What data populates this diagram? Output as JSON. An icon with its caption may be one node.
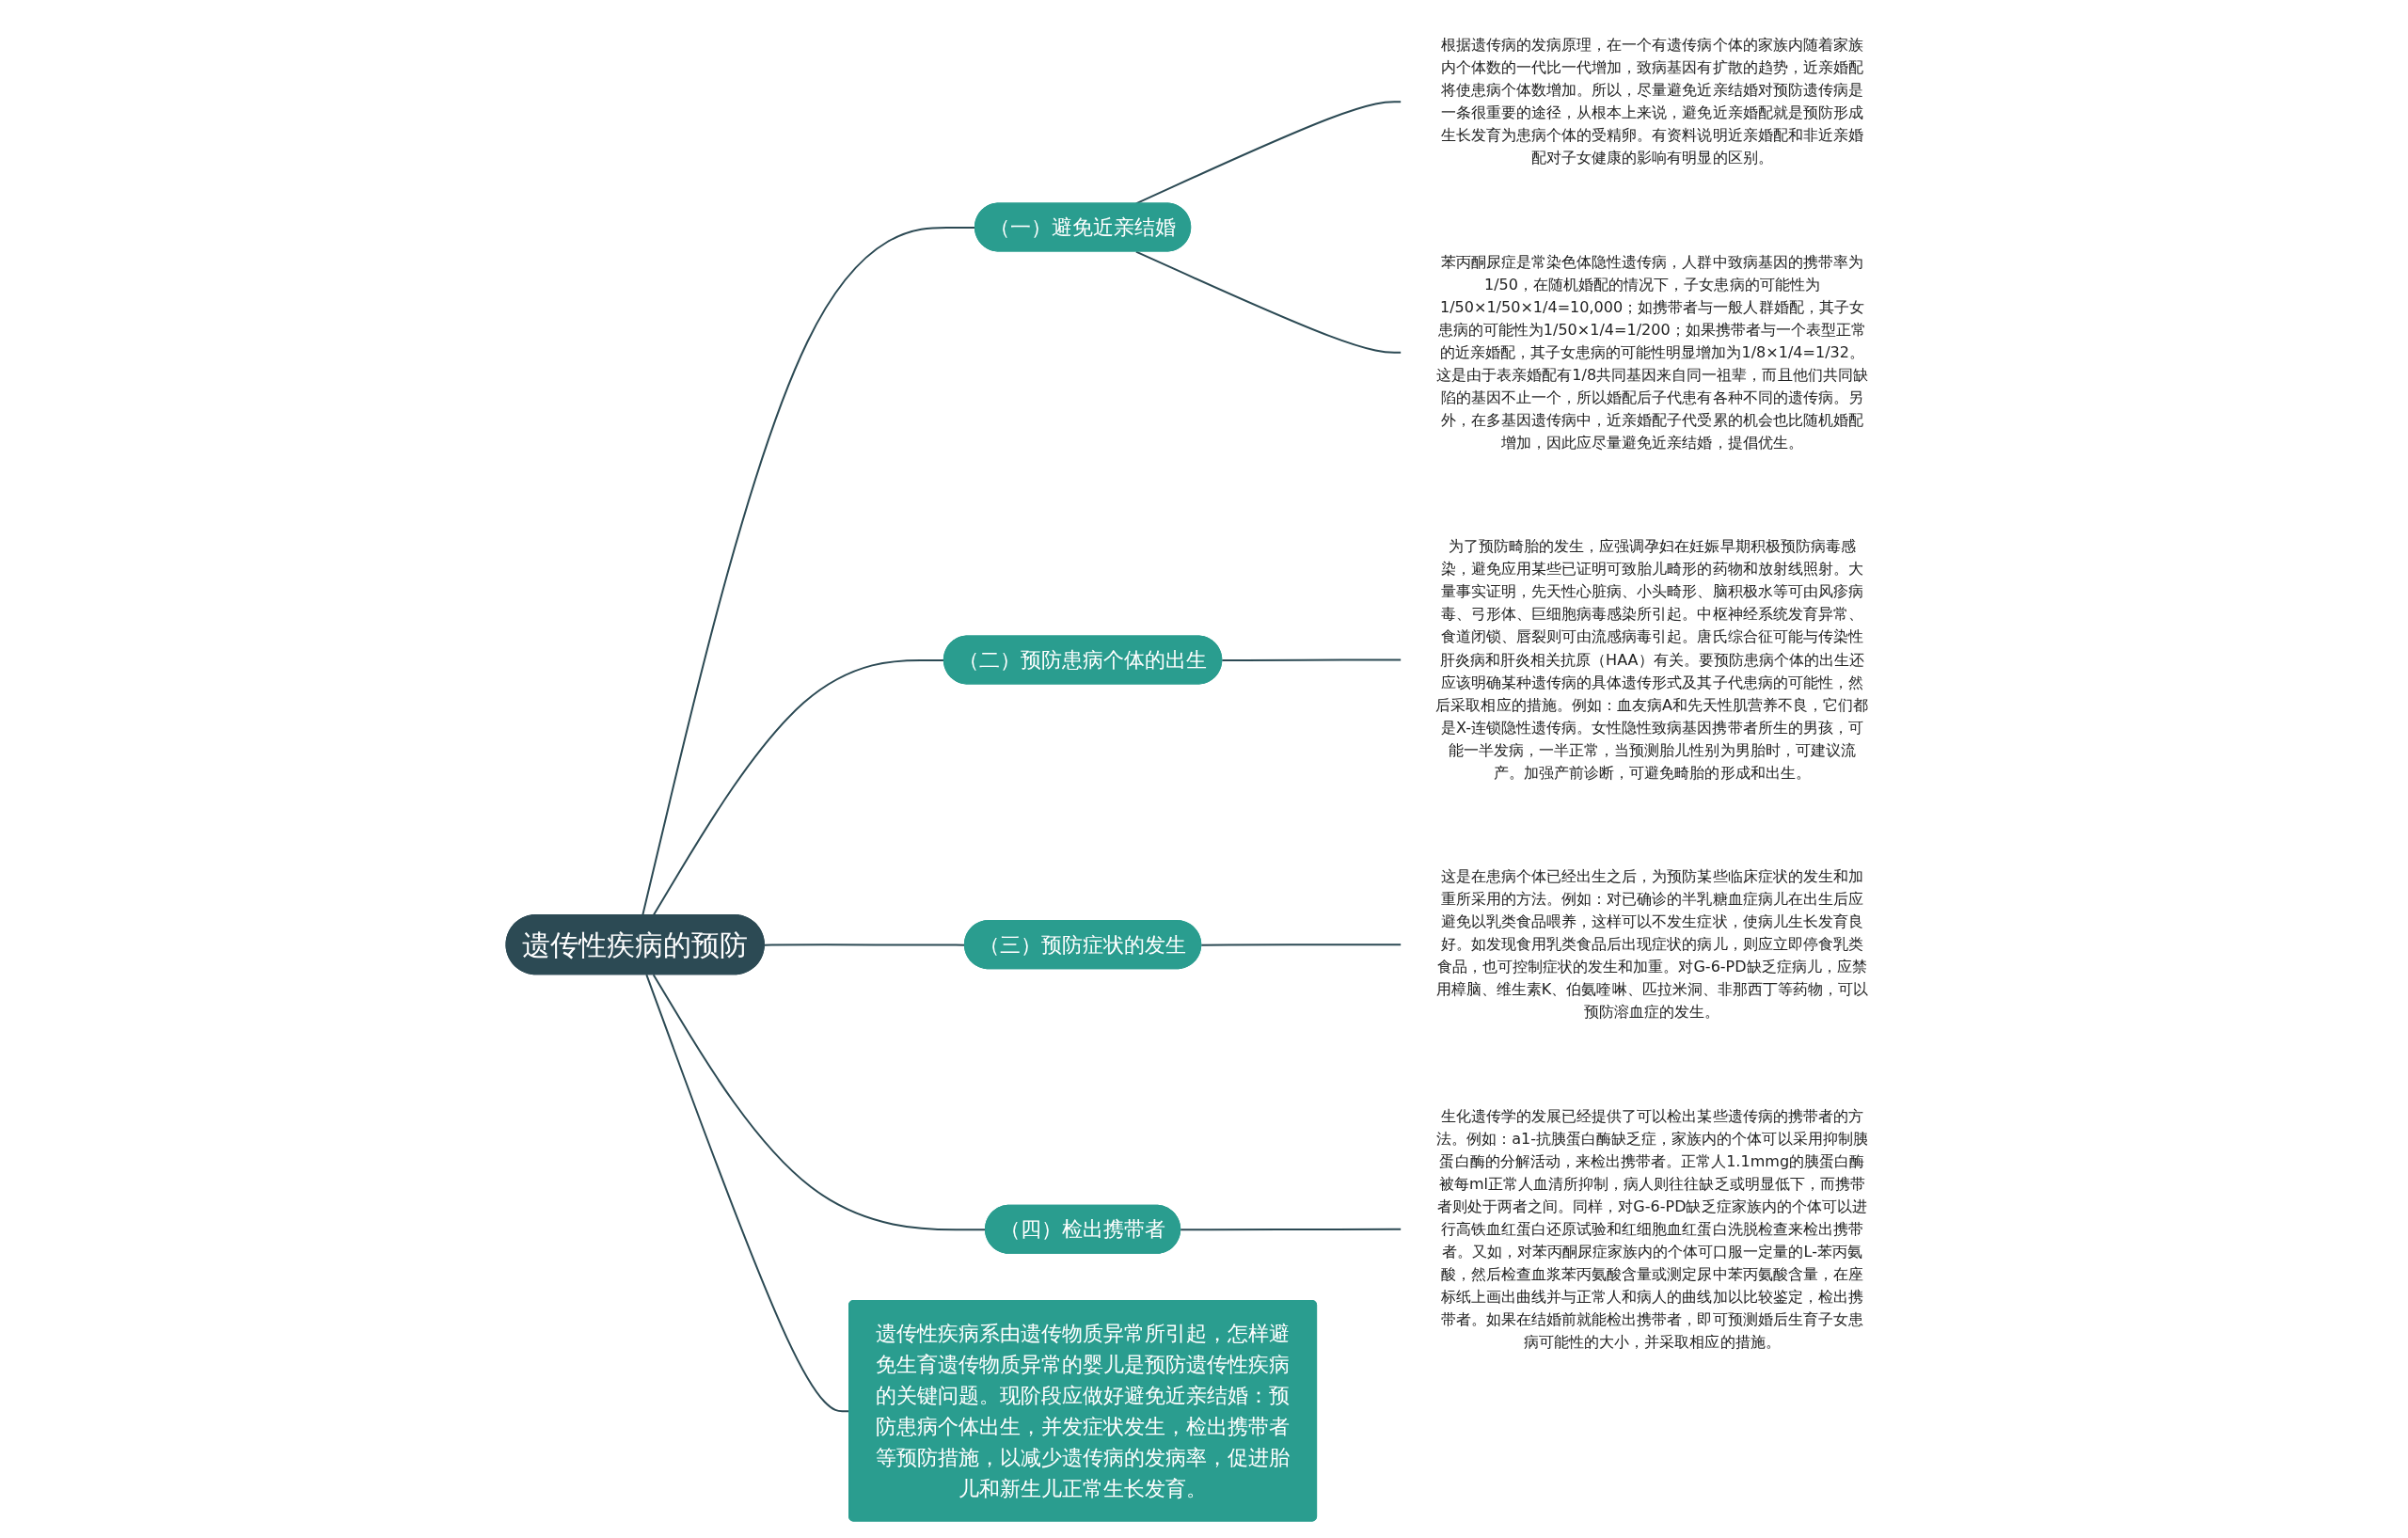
{
  "diagram": {
    "nodes": [
      {
        "text": [
          "遗传性疾病的预防"
        ]
      },
      {
        "text": [
          "遗传性疾病系由遗传物质异常所引起，怎样避免生育遗传物质异常的婴儿是预防遗传性疾病的关键问题。现阶段应做好避免近亲结婚：预防患病个体出生，并发症状发生，检出携带者等预防措施，以减少遗传病的发病率，促进胎儿和新生儿正常生长发育。"
        ]
      },
      {
        "text": [
          "（一）避免近亲结婚"
        ]
      },
      {
        "text": [
          "根据遗传病的发病原理，在一个有遗传病个体的家族内随着家族内个体数的一代比一代增加，致病基因有扩散的趋势，近亲婚配将使患病个体数增加。所以，尽量避免近亲结婚对预防遗传病是一条很重要的途径，从根本上来说，避免近亲婚配就是预防形成生长发育为患病个体的受精卵。有资料说明近亲婚配和非近亲婚配对子女健康的影响有明显的区别。"
        ]
      },
      {
        "text": [
          "苯丙酮尿症是常染色体隐性遗传病，人群中致病基因的携带率为1/50，在随机婚配的情况下，子女患病的可能性为1/50×1/50×1/4=10,000；如携带者与一般人群婚配，其子女患病的可能性为1/50×1/4=1/200；如果携带者与一个表型正常的近亲婚配，其子女患病的可能性明显增加为1/8×1/4=1/32。这是由于表亲婚配有1/8共同基因来自同一祖辈，而且他们共同缺陷的基因不止一个，所以婚配后子代患有各种不同的遗传病。另外，在多基因遗传病中，近亲婚配子代受累的机会也比随机婚配增加，因此应尽量避免近亲结婚，提倡优生。"
        ]
      },
      {
        "text": [
          "（二）预防患病个体的出生"
        ]
      },
      {
        "text": [
          "为了预防畸胎的发生，应强调孕妇在妊娠早期积极预防病毒感染，避免应用某些已证明可致胎儿畸形的药物和放射线照射。大量事实证明，先天性心脏病、小头畸形、脑积极水等可由风疹病毒、弓形体、巨细胞病毒感染所引起。中枢神经系统发育异常、食道闭锁、唇裂则可由流感病毒引起。唐氏综合征可能与传染性肝炎病和肝炎相关抗原（HAA）有关。要预防患病个体的出生还应该明确某种遗传病的具体遗传形式及其子代患病的可能性，然后采取相应的措施。例如：血友病A和先天性肌营养不良，它们都是X-连锁隐性遗传病。女性隐性致病基因携带者所生的男孩，可能一半发病，一半正常，当预测胎儿性别为男胎时，可建议流产。加强产前诊断，可避免畸胎的形成和出生。"
        ]
      },
      {
        "text": [
          "（三）预防症状的发生"
        ]
      },
      {
        "text": [
          "这是在患病个体已经出生之后，为预防某些临床症状的发生和加重所采用的方法。例如：对已确诊的半乳糖血症病儿在出生后应避免以乳类食品喂养，这样可以不发生症状，使病儿生长发育良好。如发现食用乳类食品后出现症状的病儿，则应立即停食乳类食品，也可控制症状的发生和加重。对G-6-PD缺乏症病儿，应禁用樟脑、维生素K、伯氨喹啉、匹拉米洞、非那西丁等药物，可以预防溶血症的发生。"
        ]
      },
      {
        "text": [
          "（四）检出携带者"
        ]
      },
      {
        "text": [
          "生化遗传学的发展已经提供了可以检出某些遗传病的携带者的方法。例如：a1-抗胰蛋白酶缺乏症，家族内的个体可以采用抑制胰蛋白酶的分解活动，来检出携带者。正常人1.1mmg的胰蛋白酶被每ml正常人血清所抑制，病人则往往缺乏或明显低下，而携带者则处于两者之间。同样，对G-6-PD缺乏症家族内的个体可以进行高铁血红蛋白还原试验和红细胞血红蛋白洗脱检查来检出携带者。又如，对苯丙酮尿症家族内的个体可口服一定量的L-苯丙氨酸，然后检查血浆苯丙氨酸含量或测定尿中苯丙氨酸含量，在座标纸上画出曲线并与正常人和病人的曲线加以比较鉴定，检出携带者。如果在结婚前就能检出携带者，即可预测婚后生育子女患病可能性的大小，并采取相应的措施。"
        ]
      }
    ],
    "edges": [
      {
        "from": 0,
        "to": 1,
        "arrow": "none"
      },
      {
        "from": 0,
        "to": 2,
        "arrow": "none"
      },
      {
        "from": 2,
        "to": 3,
        "arrow": "none"
      },
      {
        "from": 2,
        "to": 4,
        "arrow": "none"
      },
      {
        "from": 0,
        "to": 5,
        "arrow": "none"
      },
      {
        "from": 5,
        "to": 6,
        "arrow": "none"
      },
      {
        "from": 0,
        "to": 7,
        "arrow": "none"
      },
      {
        "from": 7,
        "to": 8,
        "arrow": "none"
      },
      {
        "from": 0,
        "to": 9,
        "arrow": "none"
      },
      {
        "from": 9,
        "to": 10,
        "arrow": "none"
      }
    ]
  }
}
